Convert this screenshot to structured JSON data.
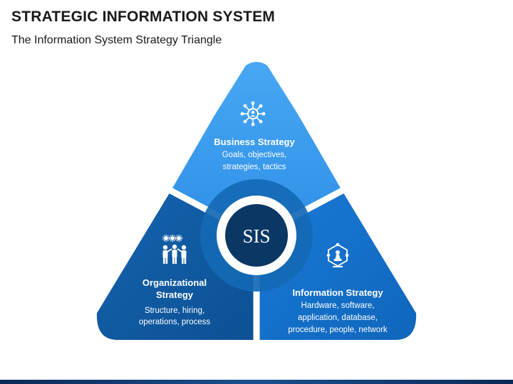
{
  "header": {
    "title": "STRATEGIC INFORMATION SYSTEM",
    "subtitle": "The Information System Strategy Triangle"
  },
  "center": {
    "label": "SIS"
  },
  "segments": {
    "business": {
      "title": "Business Strategy",
      "desc": [
        "Goals, objectives,",
        "strategies, tactics"
      ],
      "icon": "network-people-icon",
      "color": "#3a9df2"
    },
    "organizational": {
      "title": [
        "Organizational",
        "Strategy"
      ],
      "desc": [
        "Structure, hiring,",
        "operations, process"
      ],
      "icon": "team-gears-icon",
      "color": "#0f5da8"
    },
    "information": {
      "title": "Information Strategy",
      "desc": [
        "Hardware, software,",
        "application, database,",
        "procedure, people, network"
      ],
      "icon": "hexagon-pawn-icon",
      "color": "#1171cc"
    }
  },
  "colors": {
    "ring_outer": "#1469b4",
    "ring_inner": "#0b3a66",
    "center": "#0b3765"
  }
}
